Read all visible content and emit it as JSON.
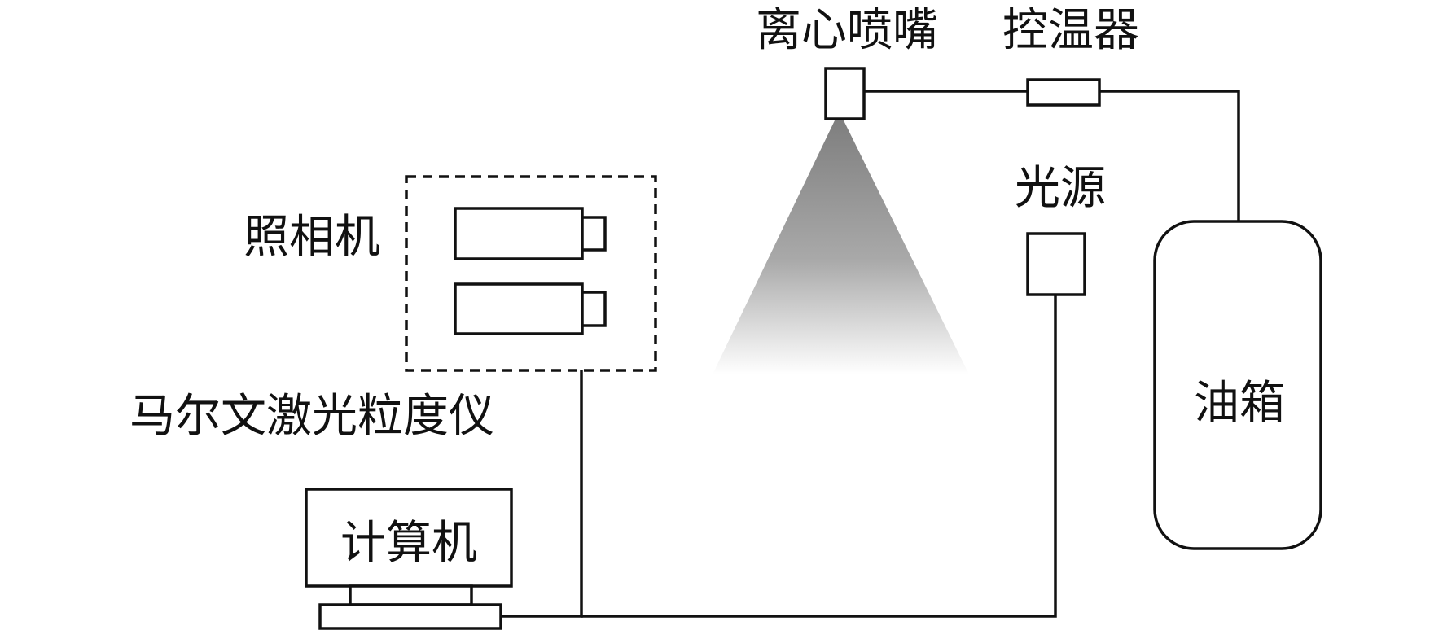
{
  "labels": {
    "nozzle": "离心喷嘴",
    "temp_controller": "控温器",
    "light_source": "光源",
    "camera": "照相机",
    "particle_analyzer": "马尔文激光粒度仪",
    "oil_tank": "油箱",
    "computer": "计算机"
  },
  "colors": {
    "stroke": "#111111",
    "spray_top": "#8a8a8a",
    "spray_bottom": "#ffffff"
  }
}
